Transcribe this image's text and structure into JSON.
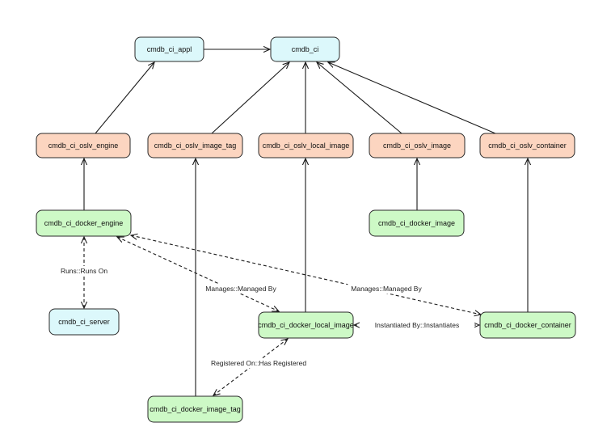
{
  "colors": {
    "blue": "#dcf8fb",
    "orange": "#fcd5c0",
    "green": "#cdf9c6",
    "line": "#1a1a1a"
  },
  "nodes": [
    {
      "id": "cmdb_ci_appl",
      "label": "cmdb_ci_appl",
      "color": "blue"
    },
    {
      "id": "cmdb_ci",
      "label": "cmdb_ci",
      "color": "blue"
    },
    {
      "id": "cmdb_ci_oslv_engine",
      "label": "cmdb_ci_oslv_engine",
      "color": "orange"
    },
    {
      "id": "cmdb_ci_oslv_image_tag",
      "label": "cmdb_ci_oslv_image_tag",
      "color": "orange"
    },
    {
      "id": "cmdb_ci_oslv_local_image",
      "label": "cmdb_ci_oslv_local_image",
      "color": "orange"
    },
    {
      "id": "cmdb_ci_oslv_image",
      "label": "cmdb_ci_oslv_image",
      "color": "orange"
    },
    {
      "id": "cmdb_ci_oslv_container",
      "label": "cmdb_ci_oslv_container",
      "color": "orange"
    },
    {
      "id": "cmdb_ci_docker_engine",
      "label": "cmdb_ci_docker_engine",
      "color": "green"
    },
    {
      "id": "cmdb_ci_docker_image",
      "label": "cmdb_ci_docker_image",
      "color": "green"
    },
    {
      "id": "cmdb_ci_server",
      "label": "cmdb_ci_server",
      "color": "blue"
    },
    {
      "id": "cmdb_ci_docker_local_image",
      "label": "cmdb_ci_docker_local_image",
      "color": "green"
    },
    {
      "id": "cmdb_ci_docker_container",
      "label": "cmdb_ci_docker_container",
      "color": "green"
    },
    {
      "id": "cmdb_ci_docker_image_tag",
      "label": "cmdb_ci_docker_image_tag",
      "color": "green"
    }
  ],
  "edges": [
    {
      "from": "cmdb_ci_appl",
      "to": "cmdb_ci",
      "style": "solid",
      "label": ""
    },
    {
      "from": "cmdb_ci_oslv_engine",
      "to": "cmdb_ci_appl",
      "style": "solid",
      "label": ""
    },
    {
      "from": "cmdb_ci_oslv_image_tag",
      "to": "cmdb_ci",
      "style": "solid",
      "label": ""
    },
    {
      "from": "cmdb_ci_oslv_local_image",
      "to": "cmdb_ci",
      "style": "solid",
      "label": ""
    },
    {
      "from": "cmdb_ci_oslv_image",
      "to": "cmdb_ci",
      "style": "solid",
      "label": ""
    },
    {
      "from": "cmdb_ci_oslv_container",
      "to": "cmdb_ci",
      "style": "solid",
      "label": ""
    },
    {
      "from": "cmdb_ci_docker_engine",
      "to": "cmdb_ci_oslv_engine",
      "style": "solid",
      "label": ""
    },
    {
      "from": "cmdb_ci_docker_image",
      "to": "cmdb_ci_oslv_image",
      "style": "solid",
      "label": ""
    },
    {
      "from": "cmdb_ci_docker_local_image",
      "to": "cmdb_ci_oslv_local_image",
      "style": "solid",
      "label": ""
    },
    {
      "from": "cmdb_ci_docker_container",
      "to": "cmdb_ci_oslv_container",
      "style": "solid",
      "label": ""
    },
    {
      "from": "cmdb_ci_docker_image_tag",
      "to": "cmdb_ci_oslv_image_tag",
      "style": "solid",
      "label": ""
    },
    {
      "from": "cmdb_ci_docker_engine",
      "to": "cmdb_ci_server",
      "style": "dashed",
      "label": "Runs::Runs On"
    },
    {
      "from": "cmdb_ci_docker_engine",
      "to": "cmdb_ci_docker_local_image",
      "style": "dashed",
      "label": "Manages::Managed By"
    },
    {
      "from": "cmdb_ci_docker_engine",
      "to": "cmdb_ci_docker_container",
      "style": "dashed",
      "label": "Manages::Managed By"
    },
    {
      "from": "cmdb_ci_docker_local_image",
      "to": "cmdb_ci_docker_container",
      "style": "dashed",
      "label": "Instantiated By::Instantiates"
    },
    {
      "from": "cmdb_ci_docker_local_image",
      "to": "cmdb_ci_docker_image_tag",
      "style": "dashed",
      "label": "Registered On::Has Registered"
    }
  ]
}
